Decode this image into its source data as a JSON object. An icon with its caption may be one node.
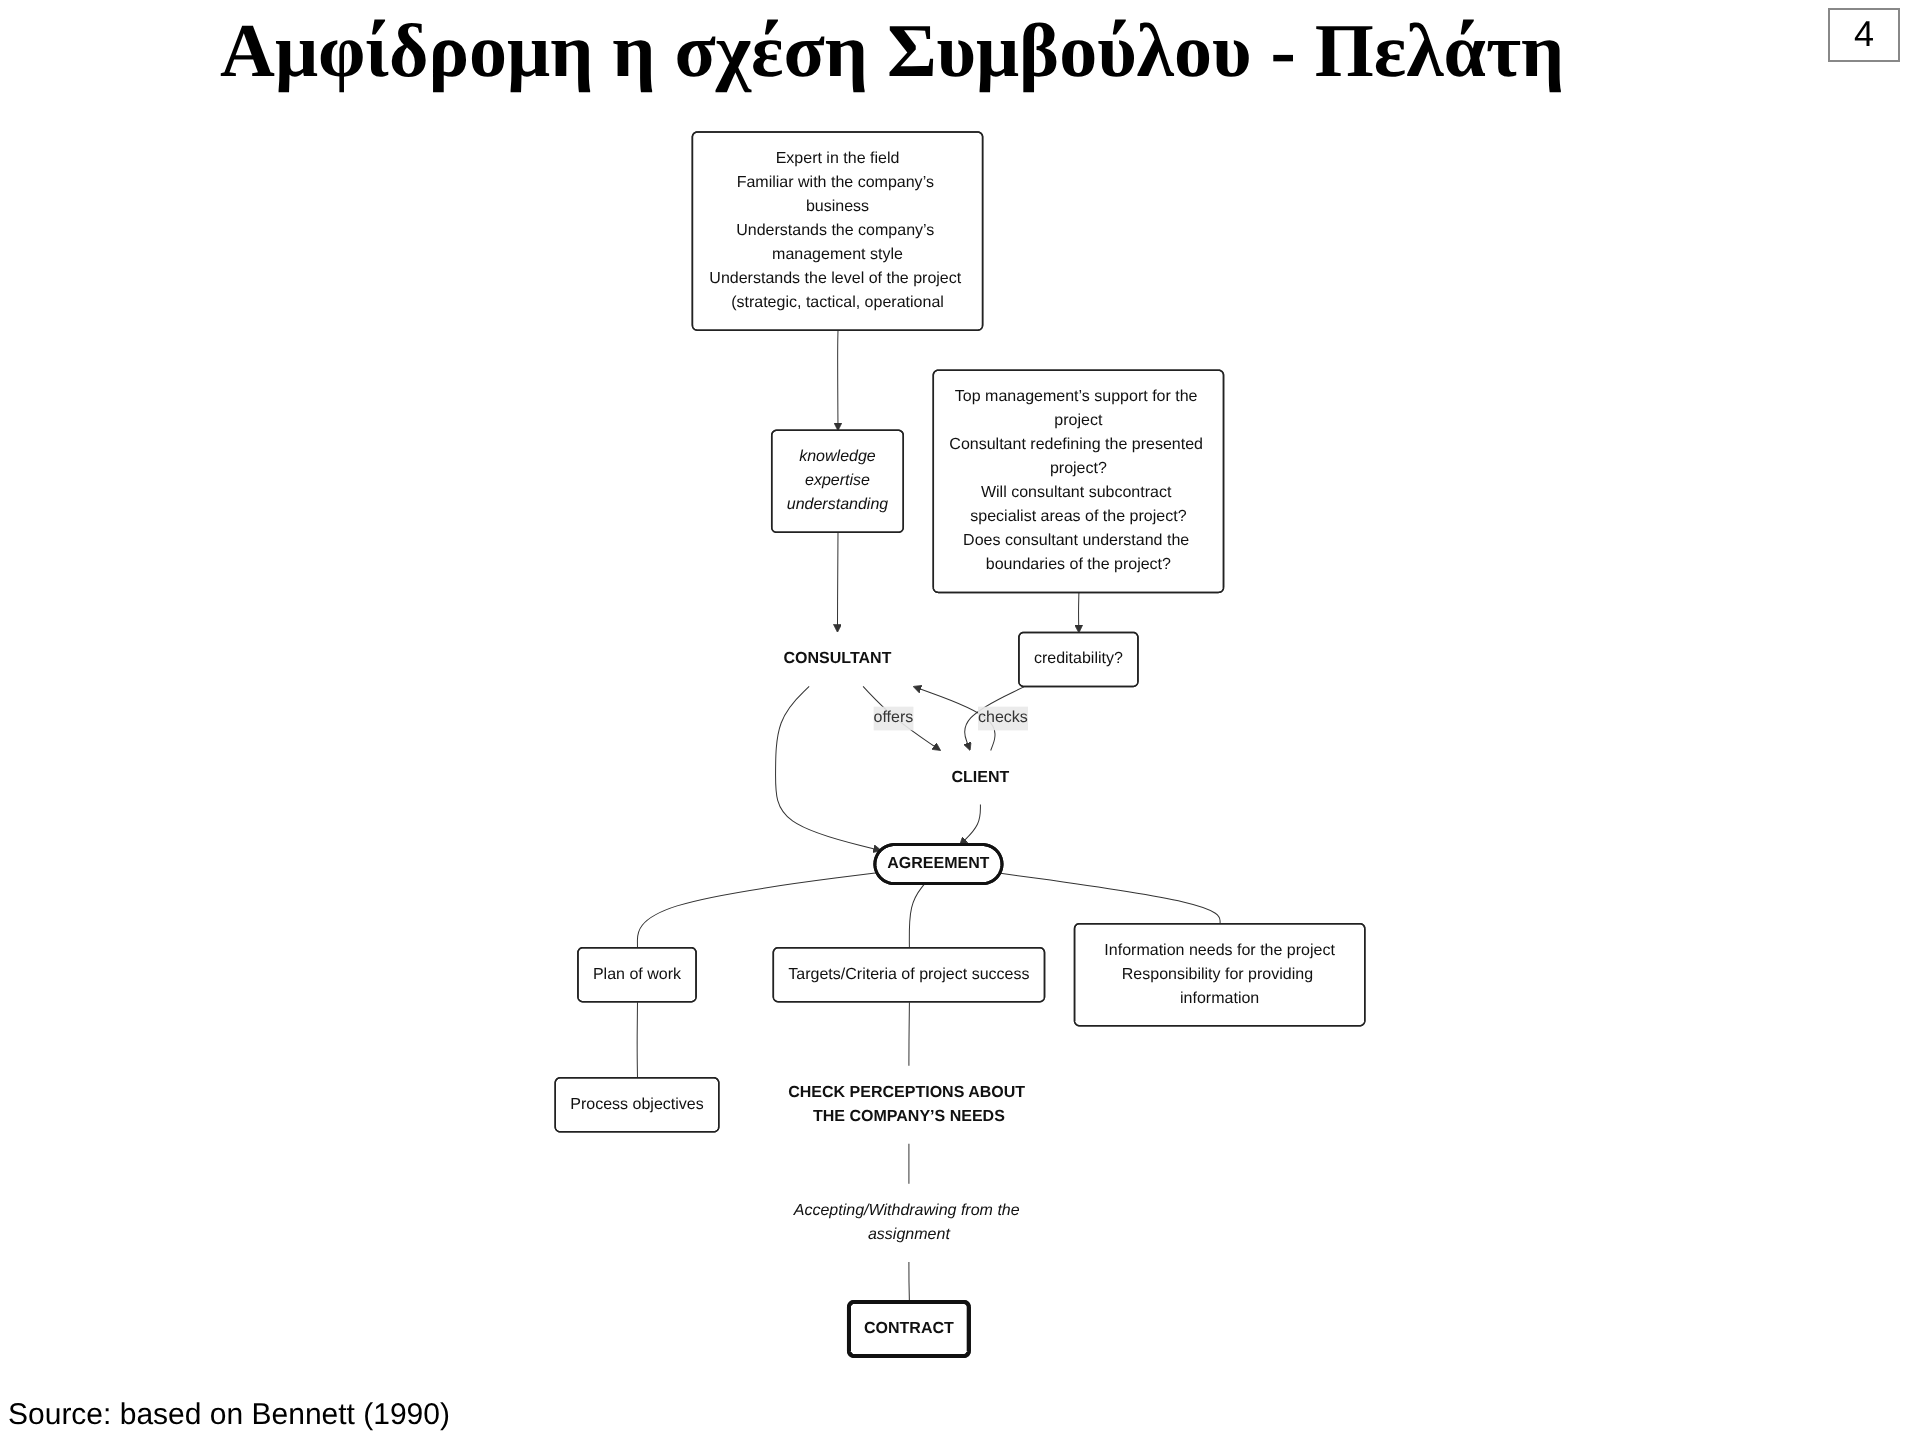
{
  "diagram": {
    "title": "Αμφίδρομη η σχέση Συμβούλου - Πελάτη",
    "nodes": [
      {
        "text": [
          "CONSULTANT"
        ]
      },
      {
        "text": [
          "CLIENT"
        ]
      },
      {
        "text": [
          "Expert in the field",
          "Familiar with the company’s business",
          "Understands the company’s management style",
          "Understands the level of the project (strategic, tactical, operational"
        ]
      },
      {
        "text": [
          "knowledge",
          "expertise",
          "understanding"
        ]
      },
      {
        "text": [
          "creditability?"
        ]
      },
      {
        "text": [
          "Top management’s support for the project",
          "Consultant redefining the presented project?",
          "Will consultant subcontract specialist areas of the project?",
          "Does consultant understand the boundaries of the project?"
        ]
      },
      {
        "text": [
          "AGREEMENT"
        ]
      },
      {
        "text": [
          "Plan of work"
        ]
      },
      {
        "text": [
          "Process objectives"
        ]
      },
      {
        "text": [
          "Targets/Criteria of project success"
        ]
      },
      {
        "text": [
          "Information needs for the project",
          "Responsibility for providing information"
        ]
      },
      {
        "text": [
          "CHECK PERCEPTIONS ABOUT THE COMPANY’S NEEDS"
        ]
      },
      {
        "text": [
          "Accepting/Withdrawing from the assignment"
        ]
      },
      {
        "text": [
          "CONTRACT"
        ]
      }
    ],
    "edges": [
      {
        "from": 1,
        "to": 0,
        "arrow": "to",
        "label": "checks"
      },
      {
        "from": 0,
        "to": 1,
        "arrow": "to",
        "label": "offers"
      },
      {
        "from": 3,
        "to": 0,
        "arrow": "to"
      },
      {
        "from": 2,
        "to": 3,
        "arrow": "to"
      },
      {
        "from": 4,
        "to": 1,
        "arrow": "to"
      },
      {
        "from": 5,
        "to": 4,
        "arrow": "to"
      },
      {
        "from": 0,
        "to": 6,
        "arrow": "to"
      },
      {
        "from": 1,
        "to": 6,
        "arrow": "to"
      },
      {
        "from": 6,
        "to": 7,
        "arrow": "none"
      },
      {
        "from": 7,
        "to": 8,
        "arrow": "none"
      },
      {
        "from": 6,
        "to": 9,
        "arrow": "none"
      },
      {
        "from": 6,
        "to": 10,
        "arrow": "none"
      },
      {
        "from": 9,
        "to": 11,
        "arrow": "none"
      },
      {
        "from": 11,
        "to": 12,
        "arrow": "none"
      },
      {
        "from": 12,
        "to": 13,
        "arrow": "none"
      }
    ],
    "labels": [
      "4",
      "Source: based on Bennett (1990)"
    ]
  }
}
